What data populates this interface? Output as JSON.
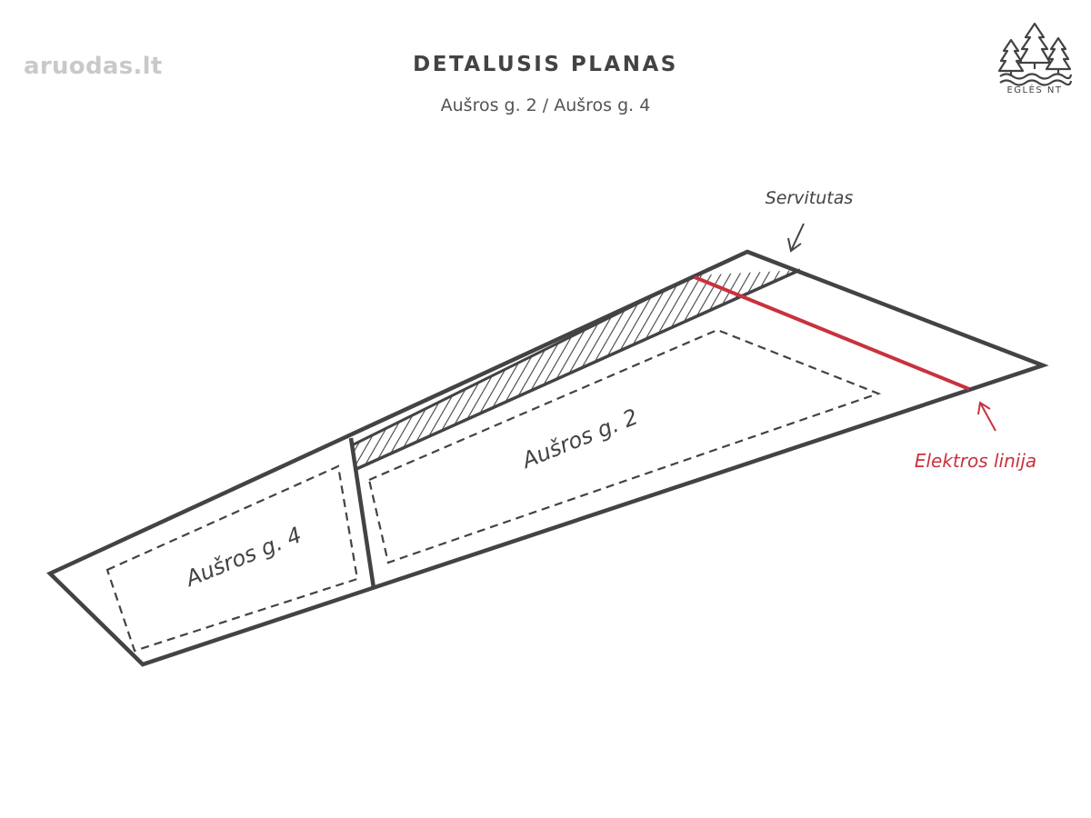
{
  "header": {
    "title": "DETALUSIS PLANAS",
    "subtitle": "Aušros g. 2 / Aušros g. 4"
  },
  "watermark": {
    "text": "aruodas.lt",
    "color": "#c9c9c9"
  },
  "brand": {
    "name": "EGLĖS NT",
    "icon": "pine-trees-over-water-icon"
  },
  "plan": {
    "plot_a_label": "Aušros g. 2",
    "plot_b_label": "Aušros g. 4",
    "easement_label": "Servitutas",
    "power_line_label": "Elektros linija"
  },
  "colors": {
    "outline": "#444244",
    "power_line": "#c8323e",
    "text": "#444244"
  }
}
